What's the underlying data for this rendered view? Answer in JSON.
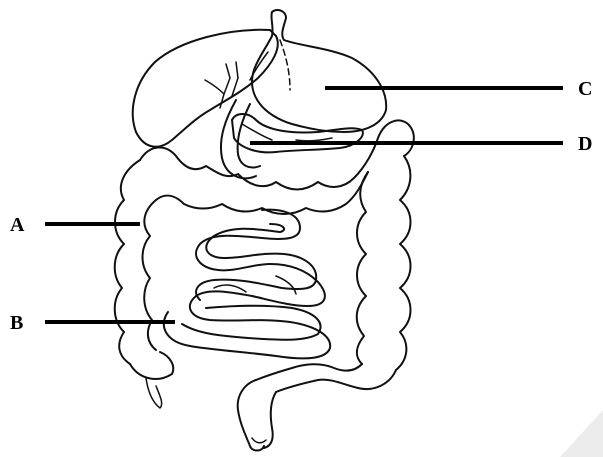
{
  "labels": {
    "a": "A",
    "b": "B",
    "c": "C",
    "d": "D"
  },
  "colors": {
    "ink": "#111111",
    "background": "#ffffff",
    "page_corner": "#ececec"
  }
}
